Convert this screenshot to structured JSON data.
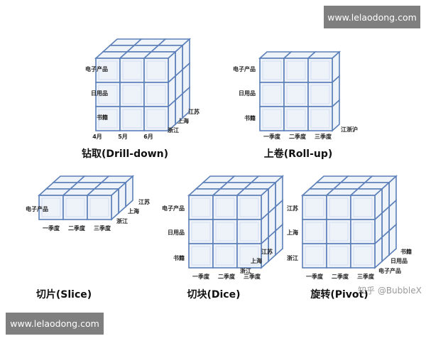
{
  "watermarks": {
    "top": "www.lelaodong.com",
    "bottom": "www.lelaodong.com",
    "overlay": "知乎 @BubbleX"
  },
  "colors": {
    "edge": "#5b7fb8",
    "face": "#eef3fa",
    "watermark_bg": "#7f7f7f"
  },
  "panels": {
    "drill": {
      "caption": "钻取(Drill-down)",
      "rows": [
        "电子产品",
        "日用品",
        "书籍"
      ],
      "cols": [
        "4月",
        "5月",
        "6月"
      ],
      "depth": [
        "江苏",
        "上海",
        "浙江"
      ]
    },
    "rollup": {
      "caption": "上卷(Roll-up)",
      "rows": [
        "电子产品",
        "日用品",
        "书籍"
      ],
      "cols": [
        "一季度",
        "二季度",
        "三季度"
      ],
      "depth": [
        "江浙沪"
      ]
    },
    "slice": {
      "caption": "切片(Slice)",
      "rows": [
        "电子产品"
      ],
      "cols": [
        "一季度",
        "二季度",
        "三季度"
      ],
      "depth": [
        "江苏",
        "上海",
        "浙江"
      ]
    },
    "dice": {
      "caption": "切块(Dice)",
      "rows": [
        "电子产品",
        "日用品",
        "书籍"
      ],
      "cols": [
        "一季度",
        "二季度",
        "三季度"
      ],
      "depth": [
        "江苏",
        "上海",
        "浙江"
      ]
    },
    "pivot": {
      "caption": "旋转(Pivot)",
      "rows": [
        "江苏",
        "上海",
        "浙江"
      ],
      "cols": [
        "一季度",
        "二季度",
        "三季度"
      ],
      "depth": [
        "书籍",
        "日用品",
        "电子产品"
      ]
    }
  }
}
